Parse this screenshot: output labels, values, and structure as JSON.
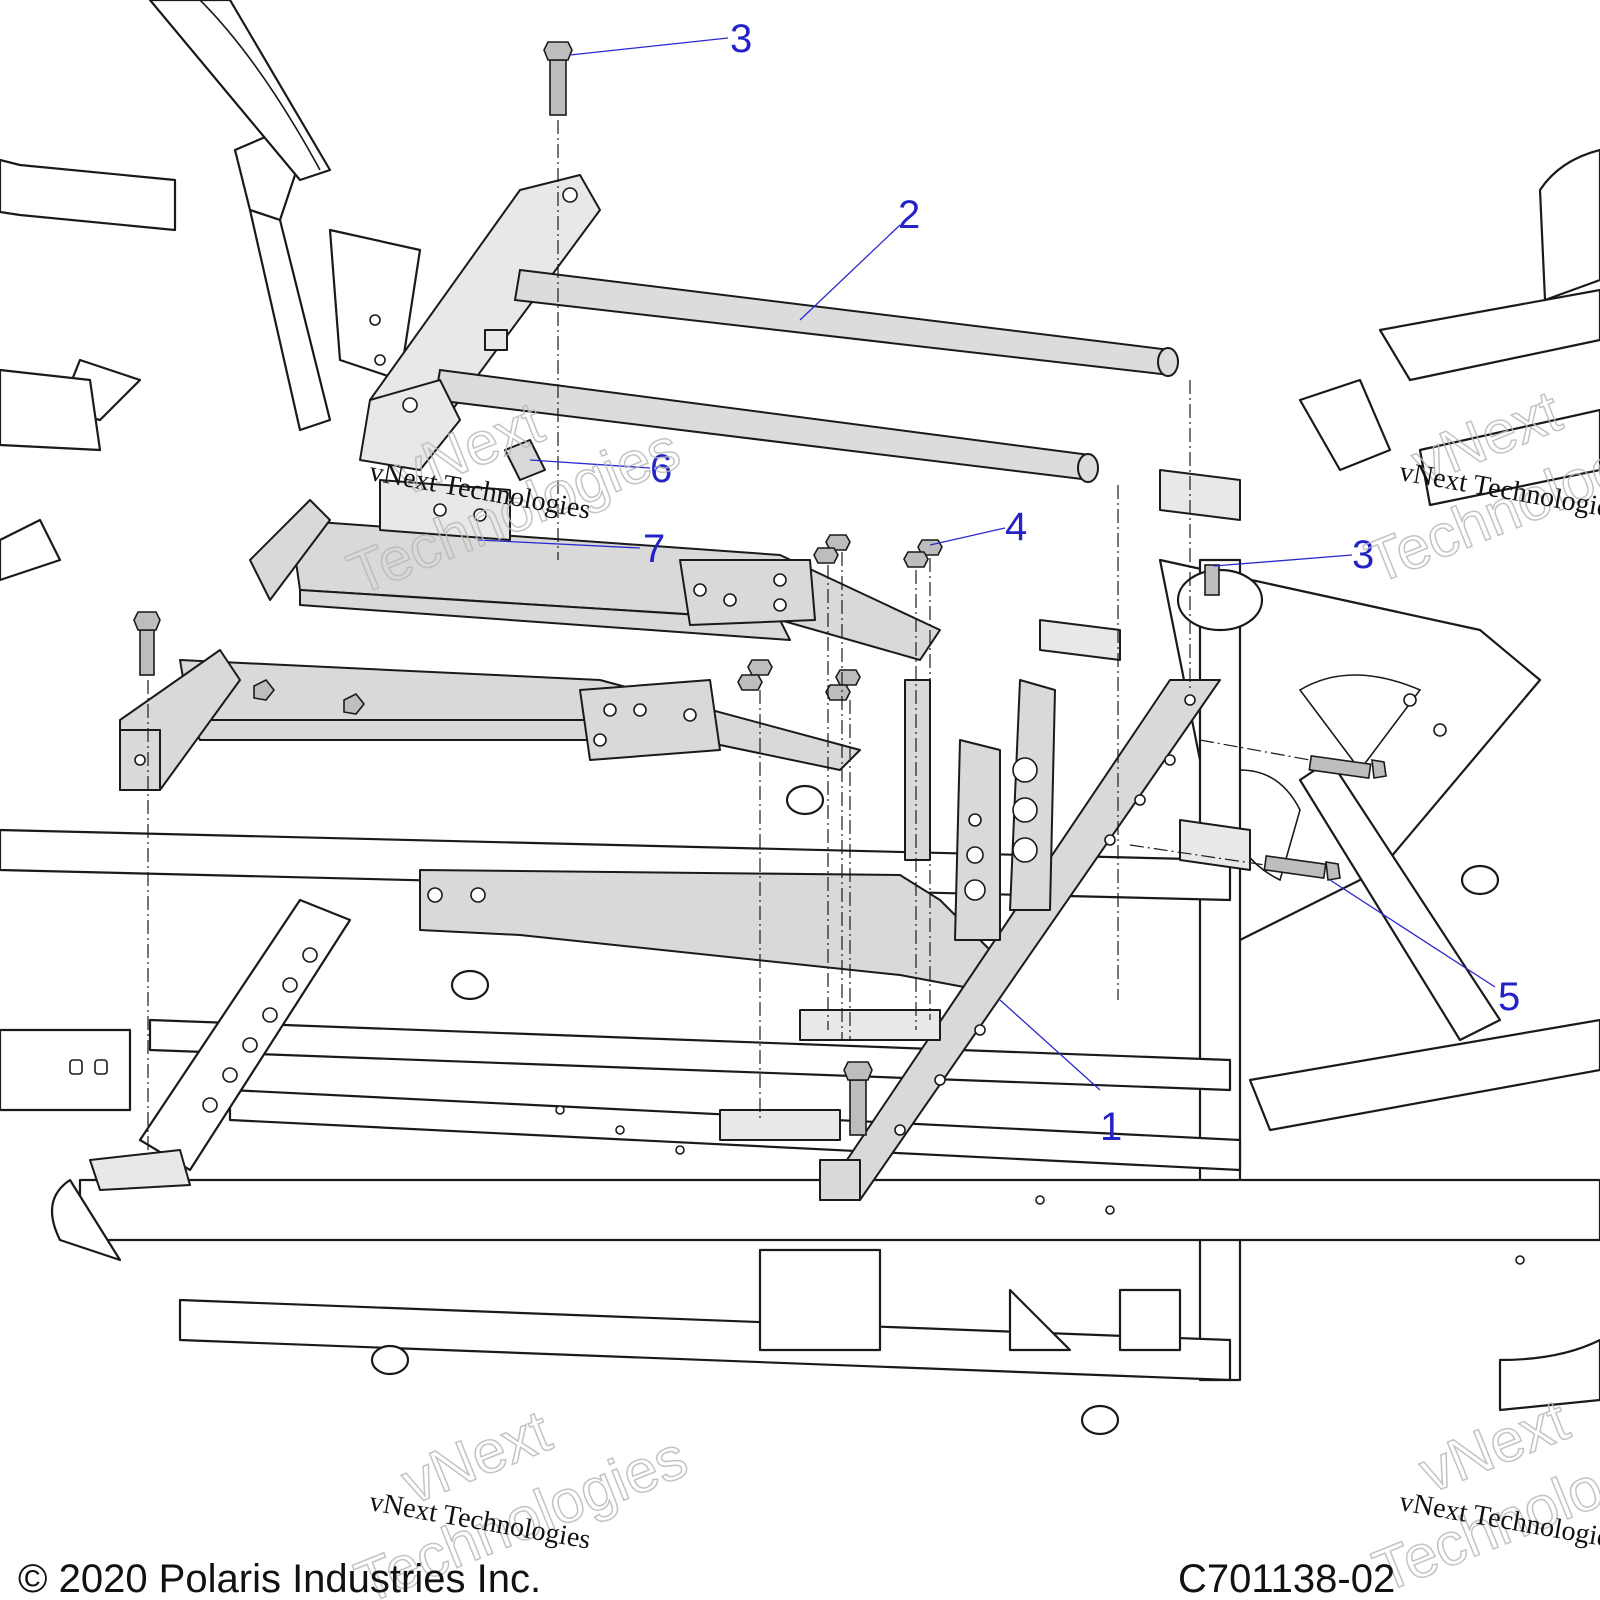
{
  "callouts": [
    {
      "label": "1"
    },
    {
      "label": "2"
    },
    {
      "label": "3"
    },
    {
      "label": "3"
    },
    {
      "label": "4"
    },
    {
      "label": "5"
    },
    {
      "label": "6"
    },
    {
      "label": "7"
    }
  ],
  "watermark": {
    "line": "vNext Technologies",
    "big_top": "vNext",
    "big_bottom": "Technologies"
  },
  "footer": {
    "copyright": "© 2020 Polaris Industries Inc.",
    "part_number": "C701138-02"
  },
  "colors": {
    "callout": "#2323c8",
    "part_fill": "#d9d9d9",
    "line": "#1a1a1a"
  }
}
